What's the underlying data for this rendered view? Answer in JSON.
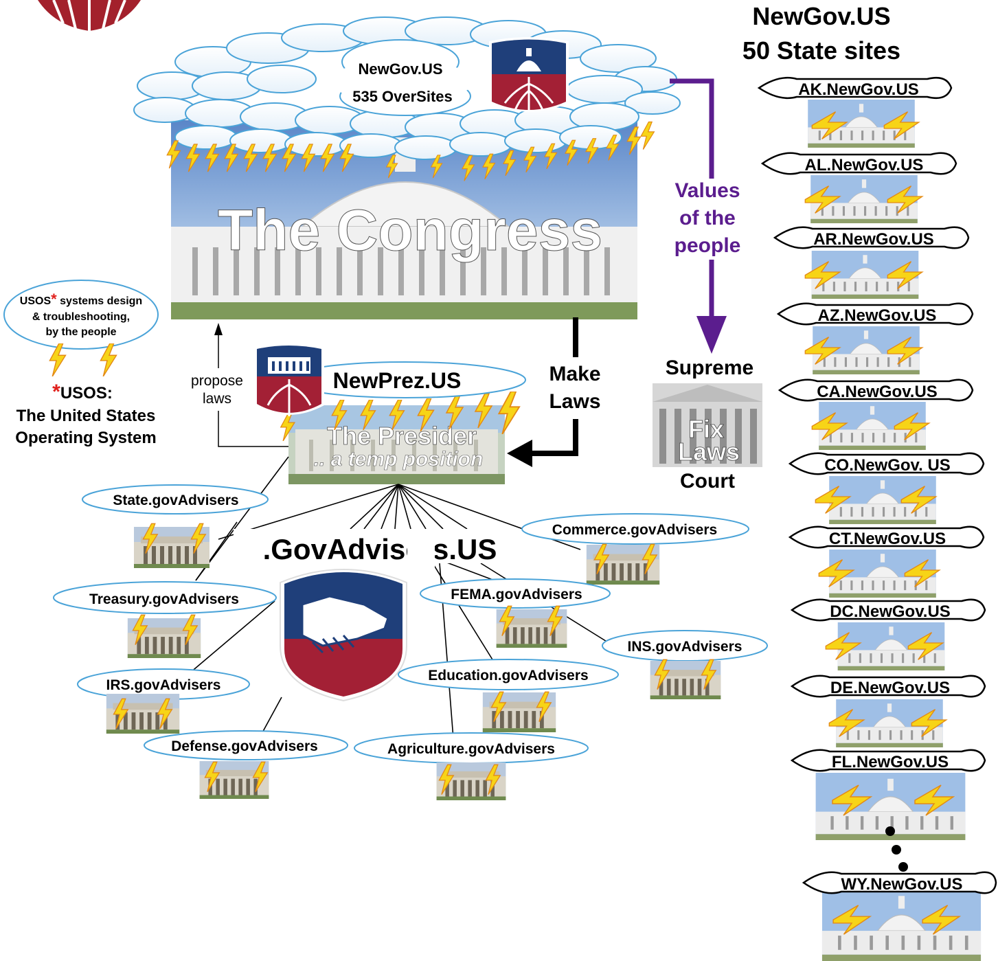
{
  "congress": {
    "title": "The Congress",
    "oversites_line1": "NewGov.US",
    "oversites_line2": "535 OverSites"
  },
  "values": {
    "line1": "Values",
    "line2": "of the",
    "line3": "people",
    "color": "#5b1d8e"
  },
  "court": {
    "line1": "Supreme",
    "image_line1": "Fix",
    "image_line2": "Laws",
    "line3": "Court"
  },
  "make_laws": {
    "line1": "Make",
    "line2": "Laws"
  },
  "propose_laws": {
    "line1": "propose",
    "line2": "laws"
  },
  "president": {
    "cloud_label": "NewPrez.US",
    "title": "The Presider",
    "subtitle": ".. a temp position"
  },
  "usos": {
    "cloud_line1_prefix": "USOS",
    "cloud_line1_suffix": " systems design",
    "cloud_line2": "& troubleshooting,",
    "cloud_line3": "by the people",
    "asterisk": "*",
    "def_line1": "USOS:",
    "def_line2": "The United States",
    "def_line3": "Operating System"
  },
  "advisers": {
    "title": ".GovAdvisers.US",
    "items": [
      "State.govAdvisers",
      "Commerce.govAdvisers",
      "Treasury.govAdvisers",
      "FEMA.govAdvisers",
      "INS.govAdvisers",
      "IRS.govAdvisers",
      "Education.govAdvisers",
      "Defense.govAdvisers",
      "Agriculture.govAdvisers"
    ]
  },
  "states": {
    "title_line1": "NewGov.US",
    "title_line2": "50 State sites",
    "sites": [
      "AK.NewGov.US",
      "AL.NewGov.US",
      "AR.NewGov.US",
      "AZ.NewGov.US",
      "CA.NewGov.US",
      "CO.NewGov. US",
      "CT.NewGov.US",
      "DC.NewGov.US",
      "DE.NewGov.US",
      "FL.NewGov.US"
    ],
    "last_site": "WY.NewGov.US"
  },
  "colors": {
    "shield_blue": "#1f3f7a",
    "shield_red": "#a32035",
    "lightning": "#f7d417",
    "cloud_stroke": "#4aa3d8",
    "sky": "#8fb4de"
  }
}
